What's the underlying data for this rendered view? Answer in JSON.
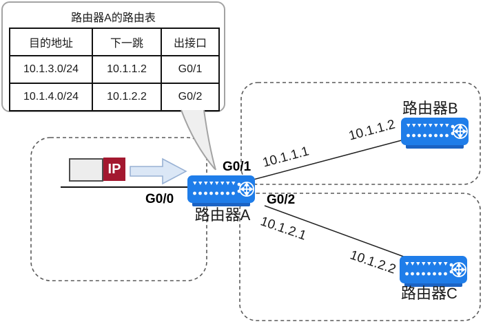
{
  "callout": {
    "title": "路由器A的路由表",
    "table": {
      "headers": [
        "目的地址",
        "下一跳",
        "出接口"
      ],
      "rows": [
        [
          "10.1.3.0/24",
          "10.1.1.2",
          "G0/1"
        ],
        [
          "10.1.4.0/24",
          "10.1.2.2",
          "G0/2"
        ]
      ]
    }
  },
  "packet": {
    "label": "IP"
  },
  "routers": {
    "a": {
      "label": "路由器A"
    },
    "b": {
      "label": "路由器B"
    },
    "c": {
      "label": "路由器C"
    }
  },
  "interfaces": {
    "g00": "G0/0",
    "g01": "G0/1",
    "g02": "G0/2"
  },
  "ip_addresses": {
    "a_b_near": "10.1.1.1",
    "a_b_far": "10.1.1.2",
    "a_c_near": "10.1.2.1",
    "a_c_far": "10.1.2.2"
  },
  "colors": {
    "router_body": "#1f7de9",
    "router_base": "#1b63c4",
    "packet_red": "#a3182f",
    "arrow_fill": "#dbe7f6",
    "arrow_stroke": "#98b1d4",
    "dashed_border": "#595959",
    "callout_border": "#a3a3a3"
  }
}
